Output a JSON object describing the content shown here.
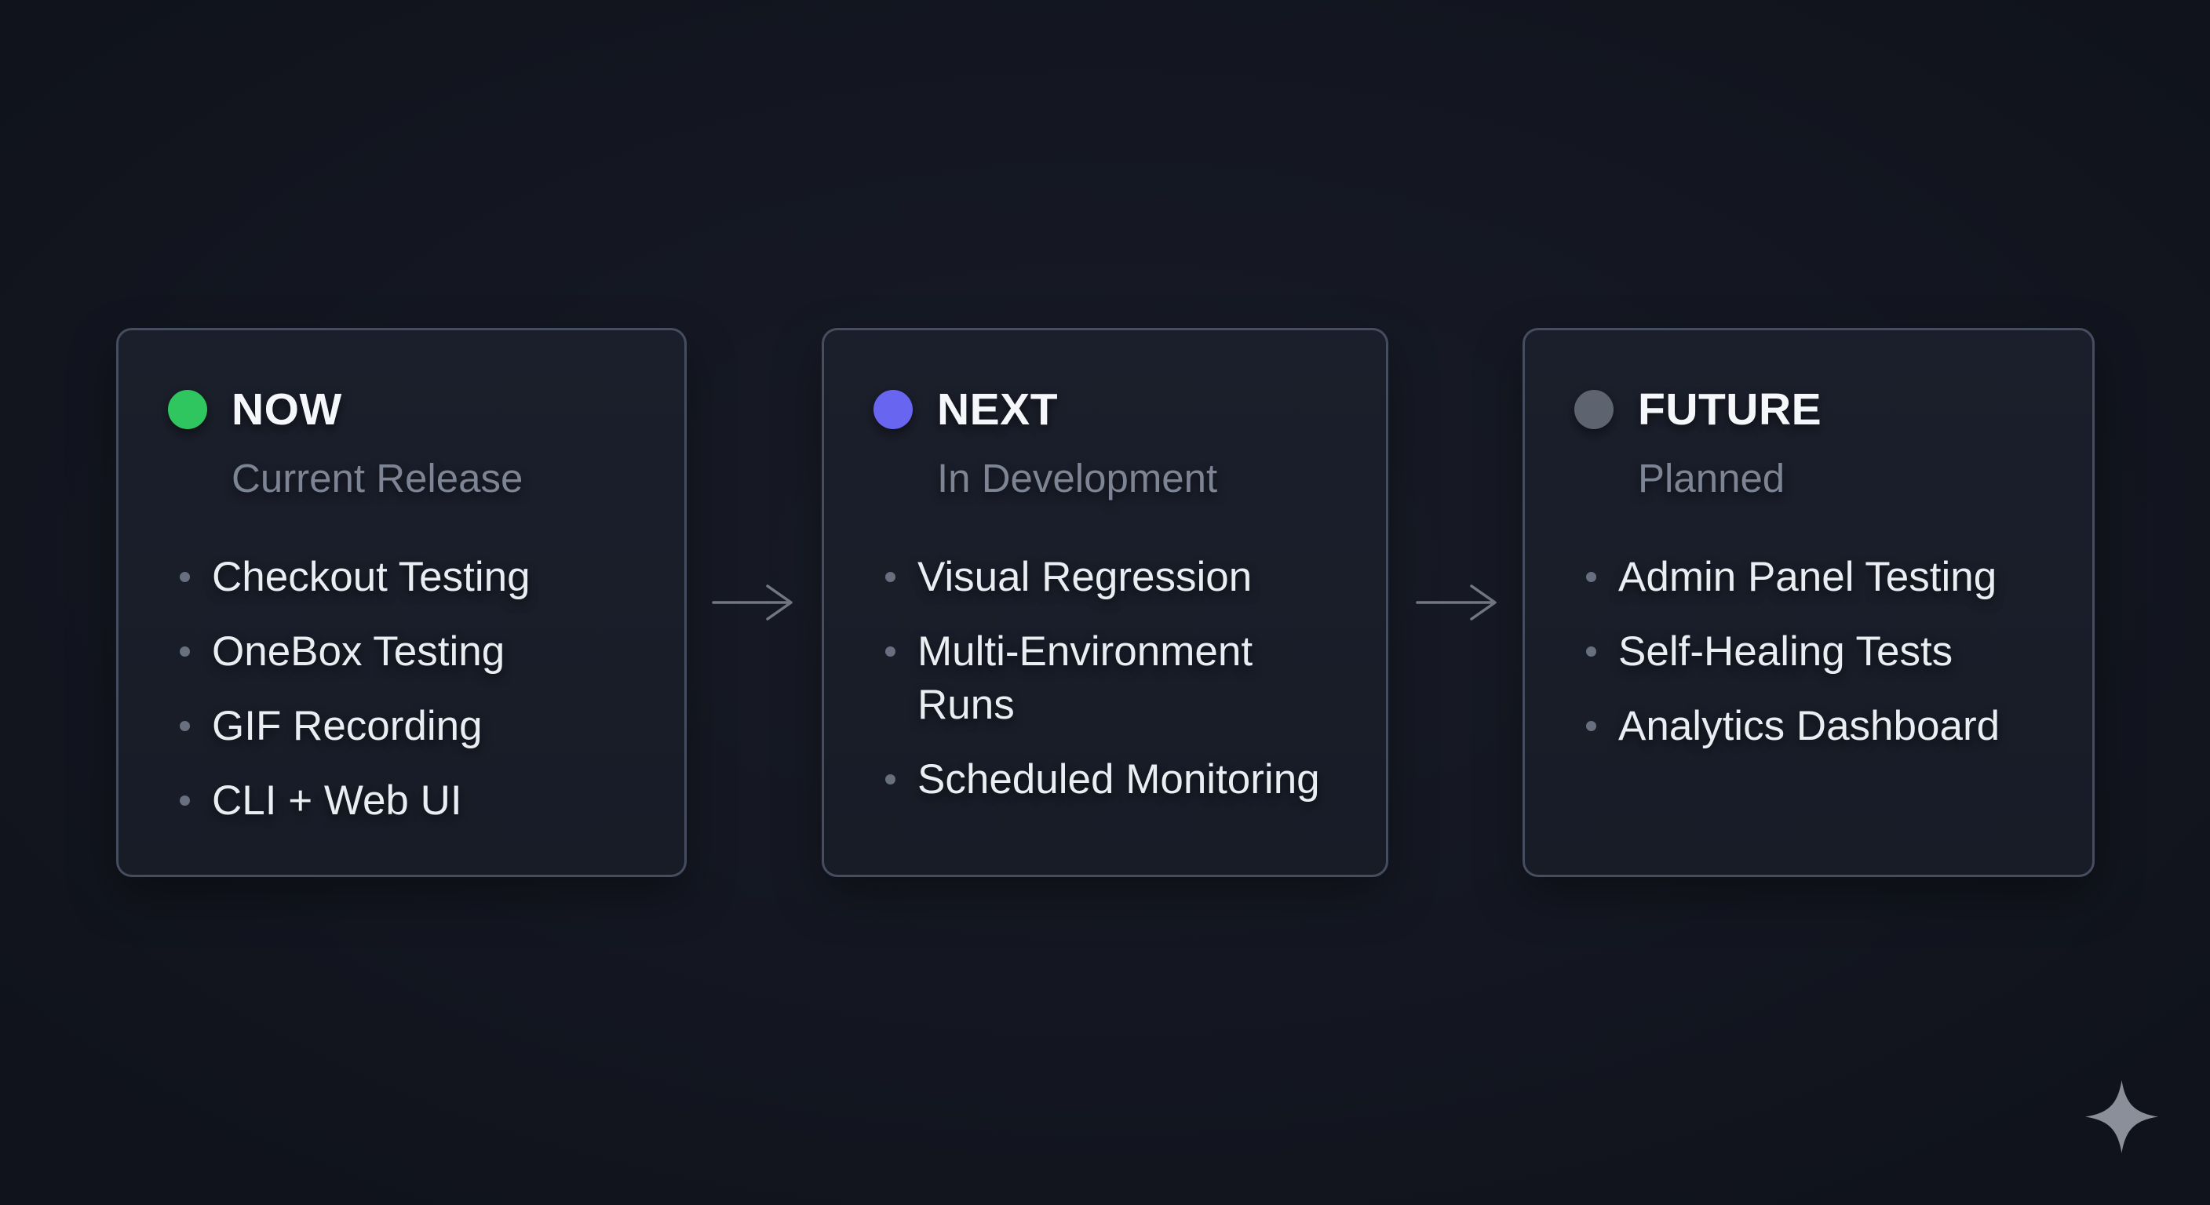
{
  "page": {
    "background_color": "#141722",
    "card_background": "#1a1e29",
    "card_border_color": "#454d5e",
    "arrow_color": "#8a909c",
    "sparkle_color": "#9ba1ab"
  },
  "columns": [
    {
      "title": "NOW",
      "subtitle": "Current Release",
      "dot_color": "#2fc55f",
      "items": [
        "Checkout Testing",
        "OneBox Testing",
        "GIF Recording",
        "CLI + Web UI"
      ]
    },
    {
      "title": "NEXT",
      "subtitle": "In Development",
      "dot_color": "#6865f1",
      "items": [
        "Visual Regression",
        "Multi-Environment Runs",
        "Scheduled Monitoring"
      ]
    },
    {
      "title": "FUTURE",
      "subtitle": "Planned",
      "dot_color": "#5d6470",
      "items": [
        "Admin Panel Testing",
        "Self-Healing Tests",
        "Analytics Dashboard"
      ]
    }
  ]
}
